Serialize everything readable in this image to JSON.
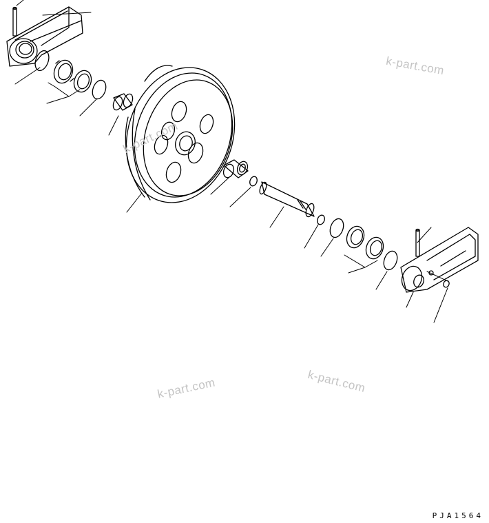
{
  "diagram": {
    "watermarks": [
      "k-part.com",
      "k-part.com",
      "k-part.com",
      "k-part.com"
    ],
    "drawing_code": "PJA1564",
    "colors": {
      "line": "#000000",
      "watermark": "#c4c4c4",
      "background": "#ffffff"
    }
  }
}
